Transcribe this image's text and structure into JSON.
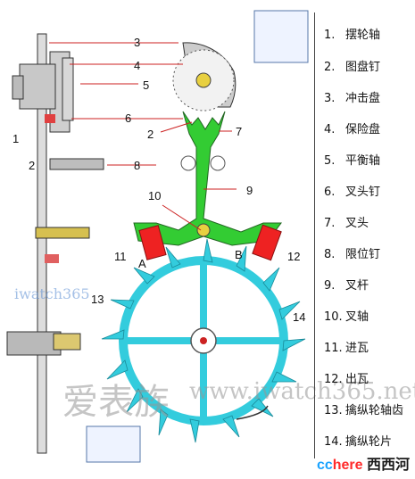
{
  "callouts": [
    "1",
    "2",
    "3",
    "4",
    "5",
    "6",
    "7",
    "8",
    "9",
    "10",
    "11",
    "12",
    "13",
    "14"
  ],
  "pallet_letters": {
    "a": "A",
    "b": "B"
  },
  "legend": [
    {
      "num": "1.",
      "label": "摆轮轴"
    },
    {
      "num": "2.",
      "label": "图盘钉"
    },
    {
      "num": "3.",
      "label": "冲击盘"
    },
    {
      "num": "4.",
      "label": "保险盘"
    },
    {
      "num": "5.",
      "label": "平衡轴"
    },
    {
      "num": "6.",
      "label": "叉头钉"
    },
    {
      "num": "7.",
      "label": "叉头"
    },
    {
      "num": "8.",
      "label": "限位钉"
    },
    {
      "num": "9.",
      "label": "叉杆"
    },
    {
      "num": "10.",
      "label": "叉轴"
    },
    {
      "num": "11.",
      "label": "进瓦"
    },
    {
      "num": "12.",
      "label": "出瓦"
    },
    {
      "num": "13.",
      "label": "擒纵轮轴齿"
    },
    {
      "num": "14.",
      "label": "擒纵轮片"
    }
  ],
  "watermark": {
    "site": "www.iwatch365.net",
    "logo": "iwatch365",
    "brand": "爱表族"
  },
  "footer": {
    "cc": "cc",
    "here": "here",
    "site": "西西河"
  },
  "colors": {
    "fork": "#33cc33",
    "wheel": "#33ccdd",
    "pallet": "#ee2222",
    "balance": "#cccccc"
  }
}
